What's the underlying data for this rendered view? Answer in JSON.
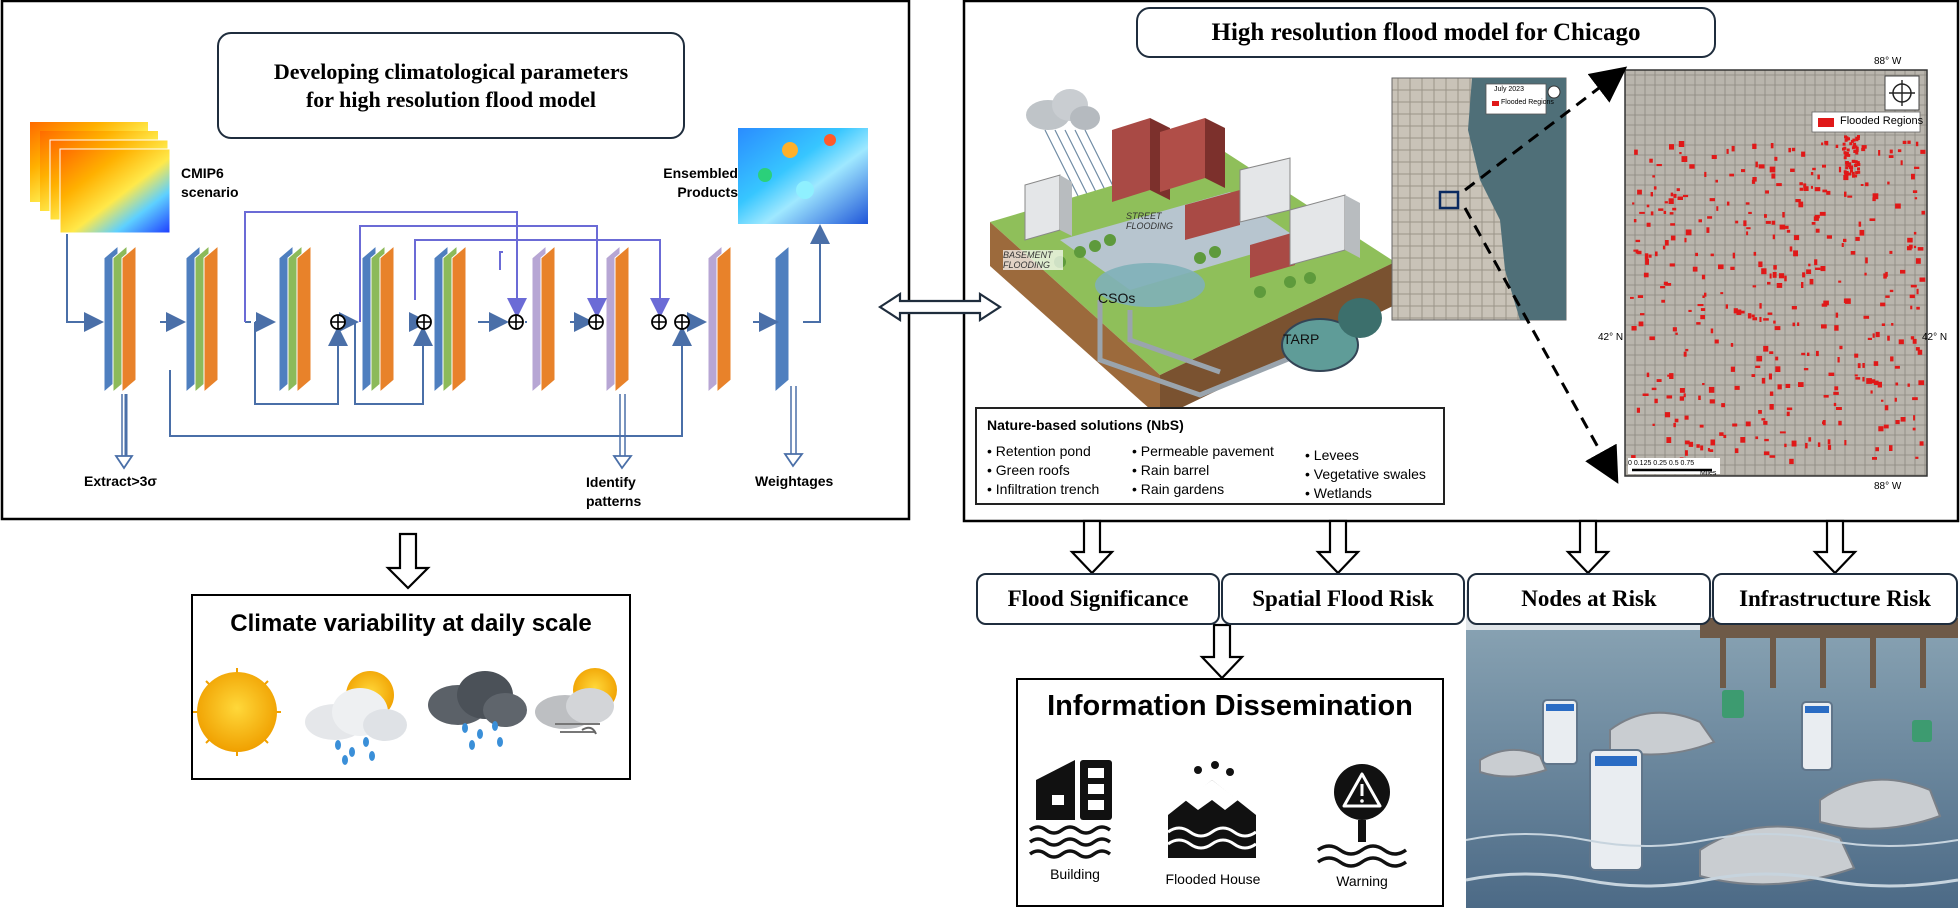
{
  "left_panel": {
    "title_line1": "Developing climatological parameters",
    "title_line2": "for high resolution flood model",
    "labels": {
      "cmip6": "CMIP6 scenario",
      "ensembled": "Ensembled Products",
      "extract": "Extract>3σ",
      "identify": "Identify patterns",
      "weightages": "Weightages"
    }
  },
  "climate_box": {
    "title": "Climate variability at daily scale",
    "icons": [
      "sun-icon",
      "sun-rain-cloud-icon",
      "storm-rain-cloud-icon",
      "sun-wind-cloud-icon"
    ]
  },
  "right_panel": {
    "title": "High resolution flood model for Chicago",
    "scene_labels": {
      "street": "STREET FLOODING",
      "basement": "BASEMENT FLOODING",
      "csos": "CSOs",
      "tarp": "TARP"
    },
    "nbs": {
      "title": "Nature-based solutions (NbS)",
      "col1": [
        "• Retention pond",
        "• Green roofs",
        "• Infiltration trench"
      ],
      "col2": [
        "• Permeable pavement",
        "• Rain barrel",
        "• Rain gardens"
      ],
      "col3": [
        "• Levees",
        "• Vegetative swales",
        "• Wetlands"
      ]
    },
    "small_map": {
      "legend_title": "July 2023",
      "legend_item": "Flooded Regions"
    },
    "large_map": {
      "legend_item": "Flooded Regions",
      "lon_label_top": "88° W",
      "lon_label_bottom": "88° W",
      "lat_label_left": "42° N",
      "lat_label_right": "42° N",
      "scale_ticks": "0 0.125 0.25 0.5 0.75",
      "scale_unit": "Miles"
    }
  },
  "outputs": [
    "Flood Significance",
    "Spatial Flood Risk",
    "Nodes at Risk",
    "Infrastructure Risk"
  ],
  "dissemination": {
    "title": "Information Dissemination",
    "items": [
      "Building",
      "Flooded House",
      "Warning"
    ]
  },
  "colors": {
    "frame": "#000000",
    "box_border": "#1f2d3d",
    "layer_blue": "#4f7fbf",
    "layer_green": "#8cba5a",
    "layer_orange": "#e8822a",
    "layer_purple": "#b7a6d4",
    "skip_line": "#6b6bd6",
    "flow_line": "#4a6fa8",
    "flood_red": "#e01818"
  }
}
